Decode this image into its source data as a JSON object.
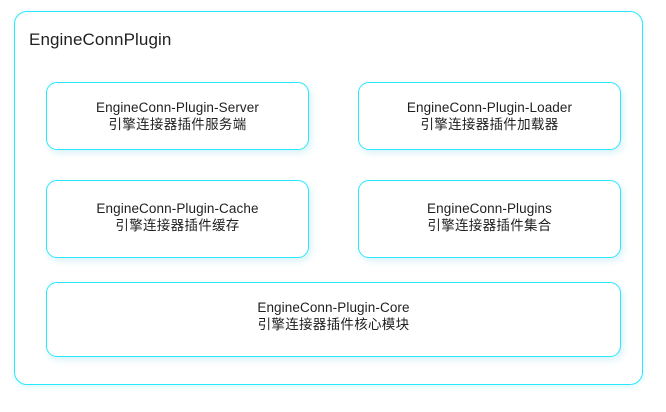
{
  "diagram": {
    "title": "EngineConnPlugin",
    "accent_color": "#28e7ff",
    "text_color": "#1f1f1f",
    "background_color": "#ffffff",
    "modules": [
      {
        "id": "engineconn-plugin-server",
        "name_en": "EngineConn-Plugin-Server",
        "name_zh": "引擎连接器插件服务端",
        "row": 1,
        "column": "left"
      },
      {
        "id": "engineconn-plugin-loader",
        "name_en": "EngineConn-Plugin-Loader",
        "name_zh": "引擎连接器插件加载器",
        "row": 1,
        "column": "right"
      },
      {
        "id": "engineconn-plugin-cache",
        "name_en": "EngineConn-Plugin-Cache",
        "name_zh": "引擎连接器插件缓存",
        "row": 2,
        "column": "left"
      },
      {
        "id": "engineconn-plugins",
        "name_en": "EngineConn-Plugins",
        "name_zh": "引擎连接器插件集合",
        "row": 2,
        "column": "right"
      },
      {
        "id": "engineconn-plugin-core",
        "name_en": "EngineConn-Plugin-Core",
        "name_zh": "引擎连接器插件核心模块",
        "row": 3,
        "column": "full"
      }
    ]
  }
}
